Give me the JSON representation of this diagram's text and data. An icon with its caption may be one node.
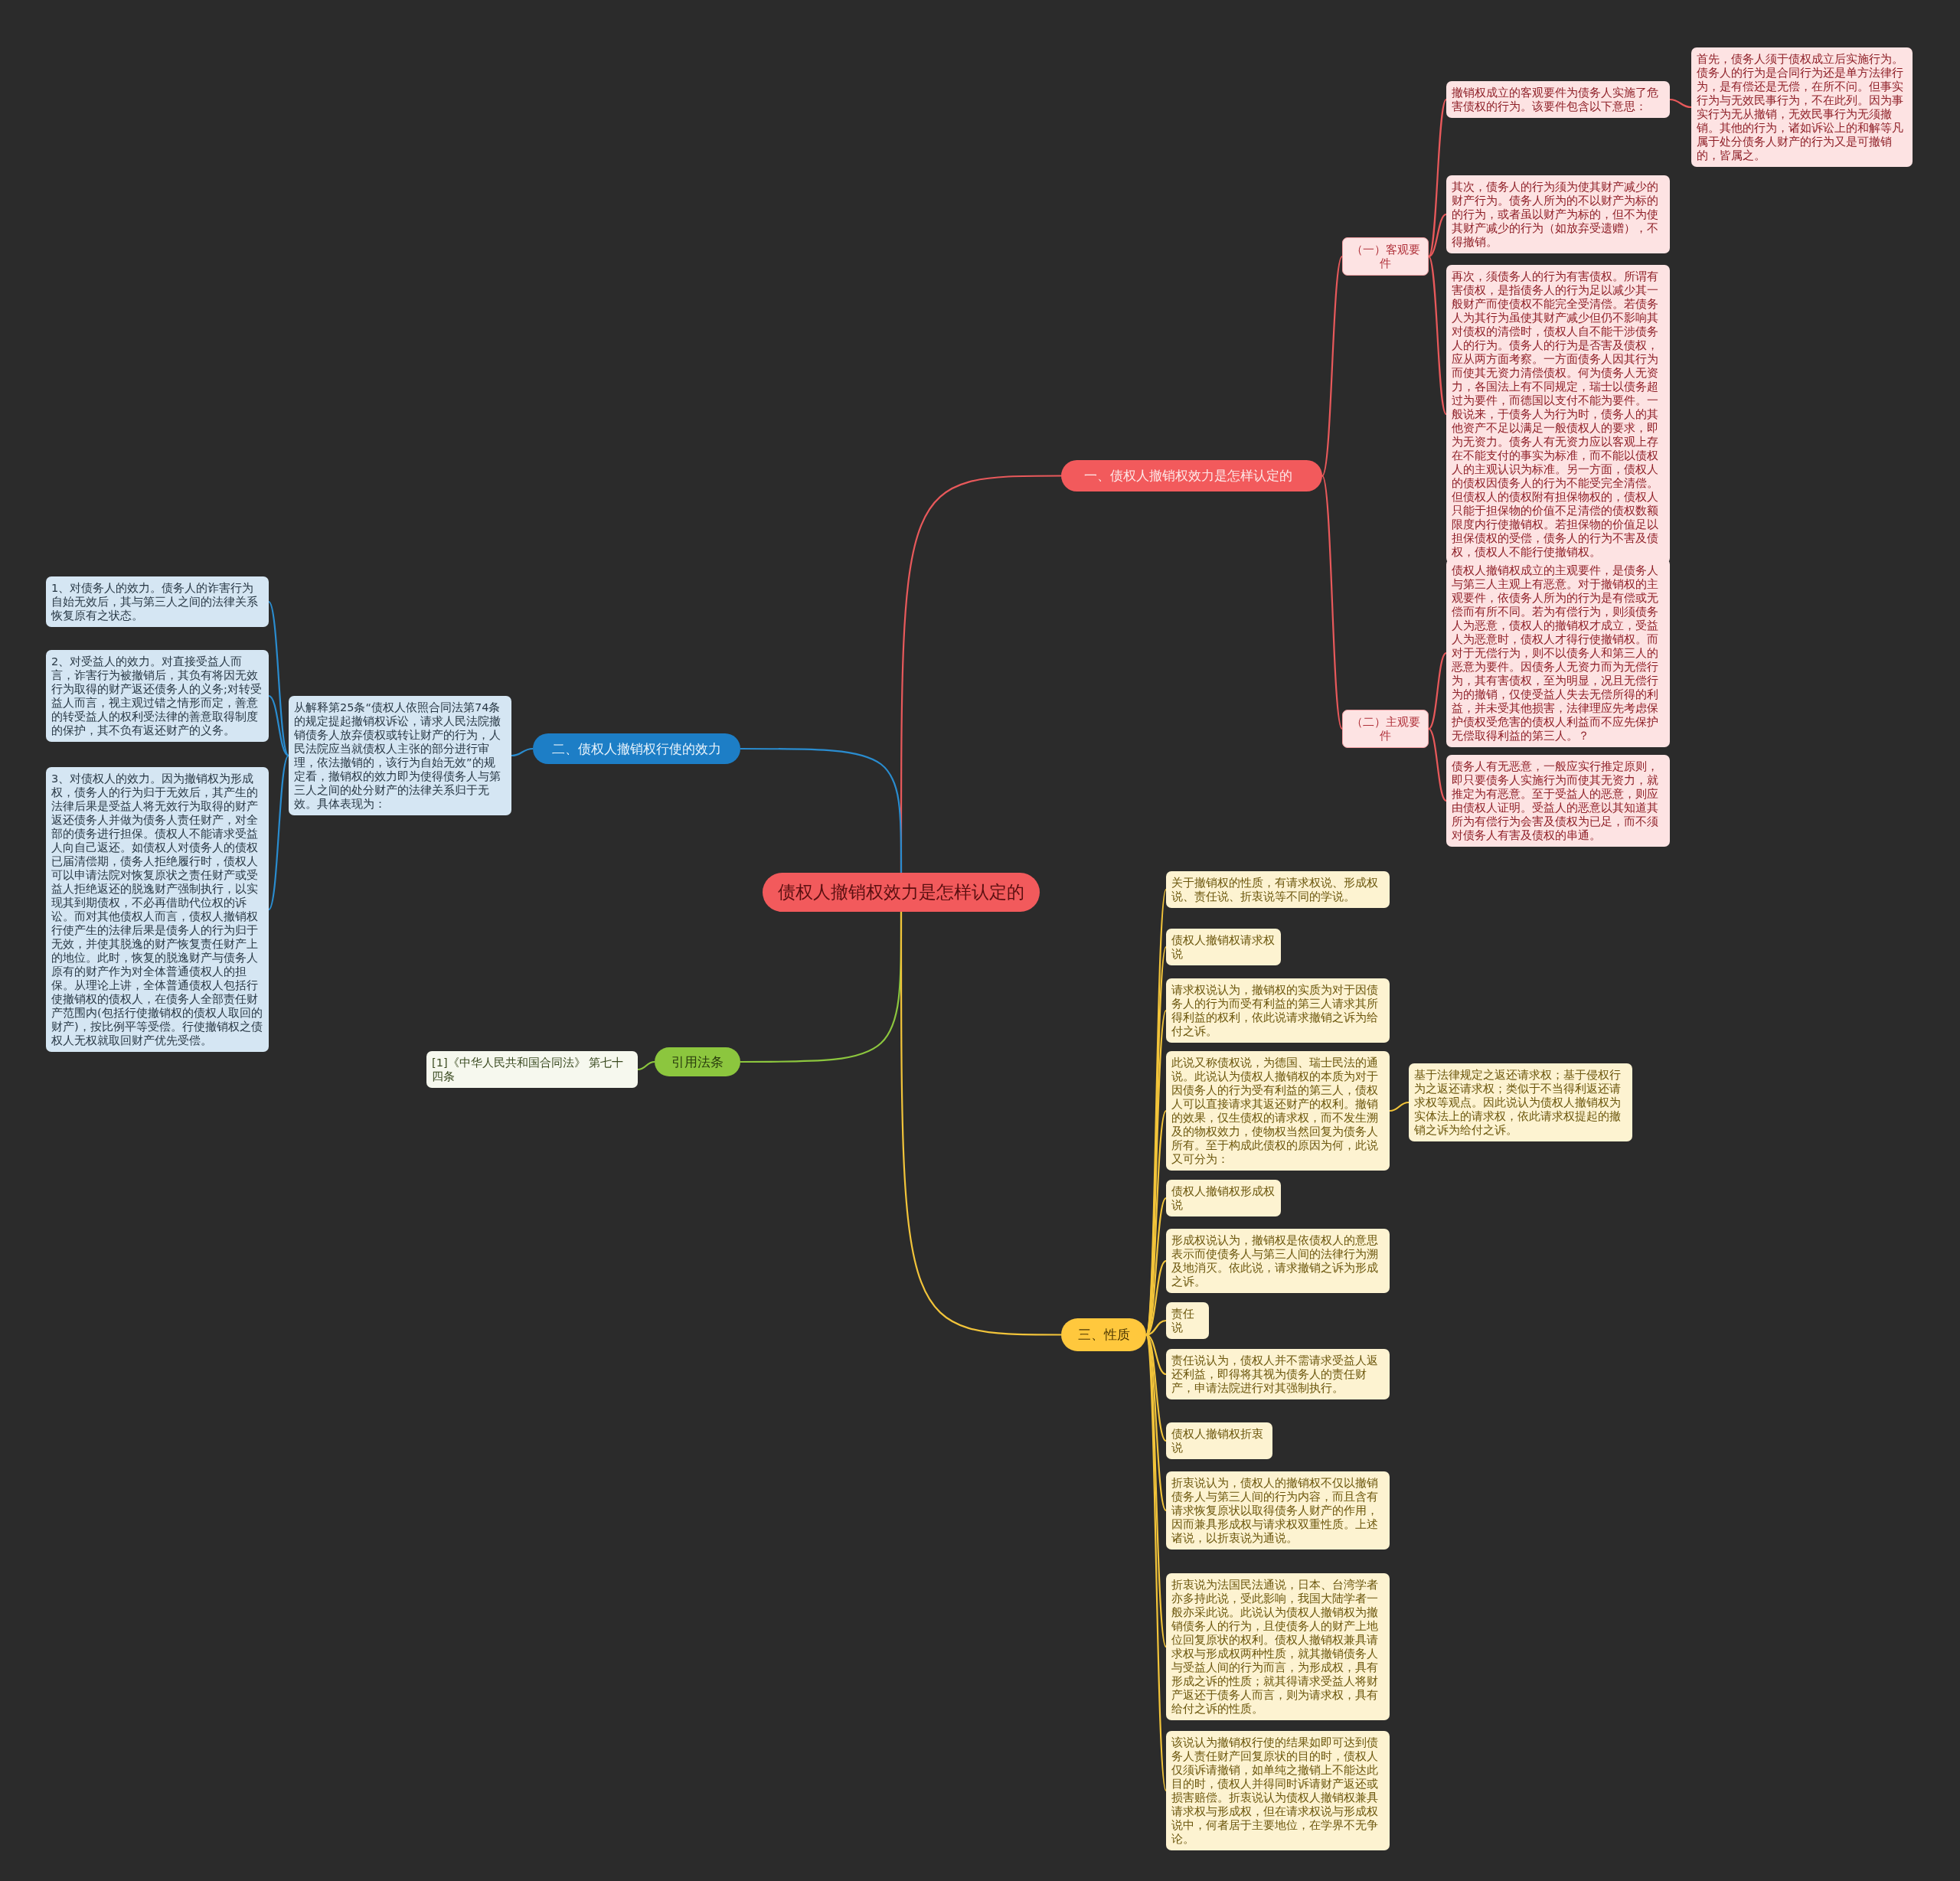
{
  "diagram": {
    "nodes": [
      {
        "text": [
          "债权人撤销权效力是怎样认定的"
        ]
      },
      {
        "text": [
          "一、债权人撤销权效力是怎样认定的"
        ]
      },
      {
        "text": [
          "（一）客观要件"
        ]
      },
      {
        "text": [
          "撤销权成立的客观要件为债务人实施了危害债权的行为。该要件包含以下意思："
        ]
      },
      {
        "text": [
          "首先，债务人须于债权成立后实施行为。债务人的行为是合同行为还是单方法律行为，是有偿还是无偿，在所不问。但事实行为与无效民事行为，不在此列。因为事实行为无从撤销，无效民事行为无须撤销。其他的行为，诸如诉讼上的和解等凡属于处分债务人财产的行为又是可撤销的，皆属之。"
        ]
      },
      {
        "text": [
          "其次，债务人的行为须为使其财产减少的财产行为。债务人所为的不以财产为标的的行为，或者虽以财产为标的，但不为使其财产减少的行为（如放弃受遗赠），不得撤销。"
        ]
      },
      {
        "text": [
          "再次，须债务人的行为有害债权。所谓有害债权，是指债务人的行为足以减少其一般财产而使债权不能完全受清偿。若债务人为其行为虽使其财产减少但仍不影响其对债权的清偿时，债权人自不能干涉债务人的行为。债务人的行为是否害及债权，应从两方面考察。一方面债务人因其行为而使其无资力清偿债权。何为债务人无资力，各国法上有不同规定，瑞士以债务超过为要件，而德国以支付不能为要件。一般说来，于债务人为行为时，债务人的其他资产不足以满足一般债权人的要求，即为无资力。债务人有无资力应以客观上存在不能支付的事实为标准，而不能以债权人的主观认识为标准。另一方面，债权人的债权因债务人的行为不能受完全清偿。但债权人的债权附有担保物权的，债权人只能于担保物的价值不足清偿的债权数额限度内行使撤销权。若担保物的价值足以担保债权的受偿，债务人的行为不害及债权，债权人不能行使撤销权。"
        ]
      },
      {
        "text": [
          "（二）主观要件"
        ]
      },
      {
        "text": [
          "债权人撤销权成立的主观要件，是债务人与第三人主观上有恶意。对于撤销权的主观要件，依债务人所为的行为是有偿或无偿而有所不同。若为有偿行为，则须债务人为恶意，债权人的撤销权才成立，受益人为恶意时，债权人才得行使撤销权。而对于无偿行为，则不以债务人和第三人的恶意为要件。因债务人无资力而为无偿行为，其有害债权，至为明显，况且无偿行为的撤销，仅使受益人失去无偿所得的利益，并未受其他损害，法律理应先考虑保护债权受危害的债权人利益而不应先保护无偿取得利益的第三人。？"
        ]
      },
      {
        "text": [
          "债务人有无恶意，一般应实行推定原则，即只要债务人实施行为而使其无资力，就推定为有恶意。至于受益人的恶意，则应由债权人证明。受益人的恶意以其知道其所为有偿行为会害及债权为已足，而不须对债务人有害及债权的串通。"
        ]
      },
      {
        "text": [
          "二、债权人撤销权行使的效力"
        ]
      },
      {
        "text": [
          "从解释第25条“债权人依照合同法第74条的规定提起撤销权诉讼，请求人民法院撤销债务人放弃债权或转让财产的行为，人民法院应当就债权人主张的部分进行审理，依法撤销的，该行为自始无效”的规定看，撤销权的效力即为使得债务人与第三人之间的处分财产的法律关系归于无效。具体表现为："
        ]
      },
      {
        "text": [
          "1、对债务人的效力。债务人的诈害行为自始无效后，其与第三人之间的法律关系恢复原有之状态。"
        ]
      },
      {
        "text": [
          "2、对受益人的效力。对直接受益人而言，诈害行为被撤销后，其负有将因无效行为取得的财产返还债务人的义务;对转受益人而言，视主观过错之情形而定，善意的转受益人的权利受法律的善意取得制度的保护，其不负有返还财产的义务。"
        ]
      },
      {
        "text": [
          "3、对债权人的效力。因为撤销权为形成权，债务人的行为归于无效后，其产生的法律后果是受益人将无效行为取得的财产返还债务人并做为债务人责任财产，对全部的债务进行担保。债权人不能请求受益人向自己返还。如债权人对债务人的债权已届清偿期，债务人拒绝履行时，债权人可以申请法院对恢复原状之责任财产或受益人拒绝返还的脱逸财产强制执行，以实现其到期债权，不必再借助代位权的诉讼。而对其他债权人而言，债权人撤销权行使产生的法律后果是债务人的行为归于无效，并使其脱逸的财产恢复责任财产上的地位。此时，恢复的脱逸财产与债务人原有的财产作为对全体普通债权人的担保。从理论上讲，全体普通债权人包括行使撤销权的债权人，在债务人全部责任财产范围内(包括行使撤销权的债权人取回的财产)，按比例平等受偿。行使撤销权之债权人无权就取回财产优先受偿。"
        ]
      },
      {
        "text": [
          "引用法条"
        ]
      },
      {
        "text": [
          "[1]《中华人民共和国合同法》 第七十四条"
        ]
      },
      {
        "text": [
          "三、性质"
        ]
      },
      {
        "text": [
          "关于撤销权的性质，有请求权说、形成权说、责任说、折衷说等不同的学说。"
        ]
      },
      {
        "text": [
          "债权人撤销权请求权说"
        ]
      },
      {
        "text": [
          "请求权说认为，撤销权的实质为对于因债务人的行为而受有利益的第三人请求其所得利益的权利，依此说请求撤销之诉为给付之诉。"
        ]
      },
      {
        "text": [
          "此说又称债权说，为德国、瑞士民法的通说。此说认为债权人撤销权的本质为对于因债务人的行为受有利益的第三人，债权人可以直接请求其返还财产的权利。撤销的效果，仅生债权的请求权，而不发生溯及的物权效力，使物权当然回复为债务人所有。至于构成此债权的原因为何，此说又可分为："
        ]
      },
      {
        "text": [
          "基于法律规定之返还请求权；基于侵权行为之返还请求权；类似于不当得利返还请求权等观点。因此说认为债权人撤销权为实体法上的请求权，依此请求权提起的撤销之诉为给付之诉。"
        ]
      },
      {
        "text": [
          "债权人撤销权形成权说"
        ]
      },
      {
        "text": [
          "形成权说认为，撤销权是依债权人的意思表示而使债务人与第三人间的法律行为溯及地消灭。依此说，请求撤销之诉为形成之诉。"
        ]
      },
      {
        "text": [
          "责任说"
        ]
      },
      {
        "text": [
          "责任说认为，债权人并不需请求受益人返还利益，即得将其视为债务人的责任财产，申请法院进行对其强制执行。"
        ]
      },
      {
        "text": [
          "债权人撤销权折衷说"
        ]
      },
      {
        "text": [
          "折衷说认为，债权人的撤销权不仅以撤销债务人与第三人间的行为内容，而且含有请求恢复原状以取得债务人财产的作用，因而兼具形成权与请求权双重性质。上述诸说，以折衷说为通说。"
        ]
      },
      {
        "text": [
          "折衷说为法国民法通说，日本、台湾学者亦多持此说，受此影响，我国大陆学者一般亦采此说。此说认为债权人撤销权为撤销债务人的行为，且使债务人的财产上地位回复原状的权利。债权人撤销权兼具请求权与形成权两种性质，就其撤销债务人与受益人间的行为而言，为形成权，具有形成之诉的性质；就其得请求受益人将财产返还于债务人而言，则为请求权，具有给付之诉的性质。"
        ]
      },
      {
        "text": [
          "该说认为撤销权行使的结果如即可达到债务人责任财产回复原状的目的时，债权人仅须诉请撤销，如单纯之撤销上不能达此目的时，债权人并得同时诉请财产返还或损害赔偿。折衷说认为债权人撤销权兼具请求权与形成权，但在请求权说与形成权说中，何者居于主要地位，在学界不无争论。"
        ]
      }
    ],
    "edges": [
      {
        "from": 0,
        "to": 1,
        "arrow": "none",
        "color": "#e8595b"
      },
      {
        "from": 1,
        "to": 2,
        "arrow": "none",
        "color": "#e8595b"
      },
      {
        "from": 2,
        "to": 3,
        "arrow": "none",
        "color": "#e8595b"
      },
      {
        "from": 3,
        "to": 4,
        "arrow": "none",
        "color": "#e8595b"
      },
      {
        "from": 2,
        "to": 5,
        "arrow": "none",
        "color": "#e8595b"
      },
      {
        "from": 2,
        "to": 6,
        "arrow": "none",
        "color": "#e8595b"
      },
      {
        "from": 1,
        "to": 7,
        "arrow": "none",
        "color": "#e8595b"
      },
      {
        "from": 7,
        "to": 8,
        "arrow": "none",
        "color": "#e8595b"
      },
      {
        "from": 7,
        "to": 9,
        "arrow": "none",
        "color": "#e8595b"
      },
      {
        "from": 0,
        "to": 10,
        "arrow": "none",
        "color": "#2a8ccf"
      },
      {
        "from": 10,
        "to": 11,
        "arrow": "none",
        "color": "#2a8ccf"
      },
      {
        "from": 11,
        "to": 12,
        "arrow": "none",
        "color": "#2a8ccf"
      },
      {
        "from": 11,
        "to": 13,
        "arrow": "none",
        "color": "#2a8ccf"
      },
      {
        "from": 11,
        "to": 14,
        "arrow": "none",
        "color": "#2a8ccf"
      },
      {
        "from": 0,
        "to": 15,
        "arrow": "none",
        "color": "#8cc63e"
      },
      {
        "from": 15,
        "to": 16,
        "arrow": "none",
        "color": "#8cc63e"
      },
      {
        "from": 0,
        "to": 17,
        "arrow": "none"
      },
      {
        "from": 17,
        "to": 18,
        "arrow": "none"
      },
      {
        "from": 17,
        "to": 19,
        "arrow": "none"
      },
      {
        "from": 17,
        "to": 20,
        "arrow": "none"
      },
      {
        "from": 17,
        "to": 21,
        "arrow": "none"
      },
      {
        "from": 21,
        "to": 22,
        "arrow": "none"
      },
      {
        "from": 17,
        "to": 23,
        "arrow": "none"
      },
      {
        "from": 17,
        "to": 24,
        "arrow": "none"
      },
      {
        "from": 17,
        "to": 25,
        "arrow": "none"
      },
      {
        "from": 17,
        "to": 26,
        "arrow": "none"
      },
      {
        "from": 17,
        "to": 27,
        "arrow": "none"
      },
      {
        "from": 17,
        "to": 28,
        "arrow": "none"
      },
      {
        "from": 17,
        "to": 29,
        "arrow": "none"
      },
      {
        "from": 17,
        "to": 30,
        "arrow": "none"
      }
    ]
  }
}
